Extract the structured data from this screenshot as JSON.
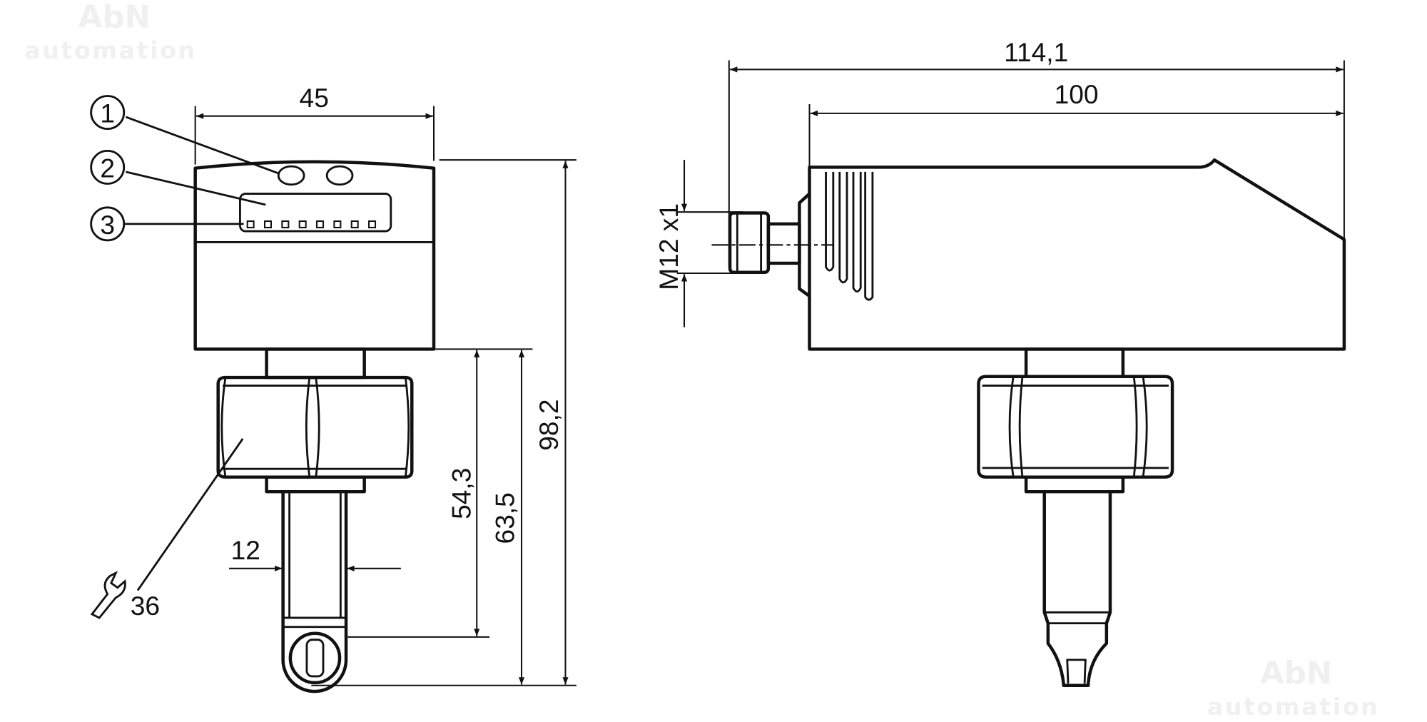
{
  "watermark": {
    "line1": "AbN",
    "line2": "automation"
  },
  "front_view": {
    "callouts": [
      "1",
      "2",
      "3"
    ],
    "dimensions": {
      "width": "45",
      "probe_diameter": "12",
      "wrench_size": "36",
      "height_54": "54,3",
      "height_63": "63,5",
      "total_height": "98,2"
    }
  },
  "side_view": {
    "dimensions": {
      "total_length": "114,1",
      "body_length": "100",
      "connector": "M12 x1"
    }
  },
  "colors": {
    "line": "#111111",
    "background": "#ffffff",
    "watermark": "#f0f0f0"
  }
}
